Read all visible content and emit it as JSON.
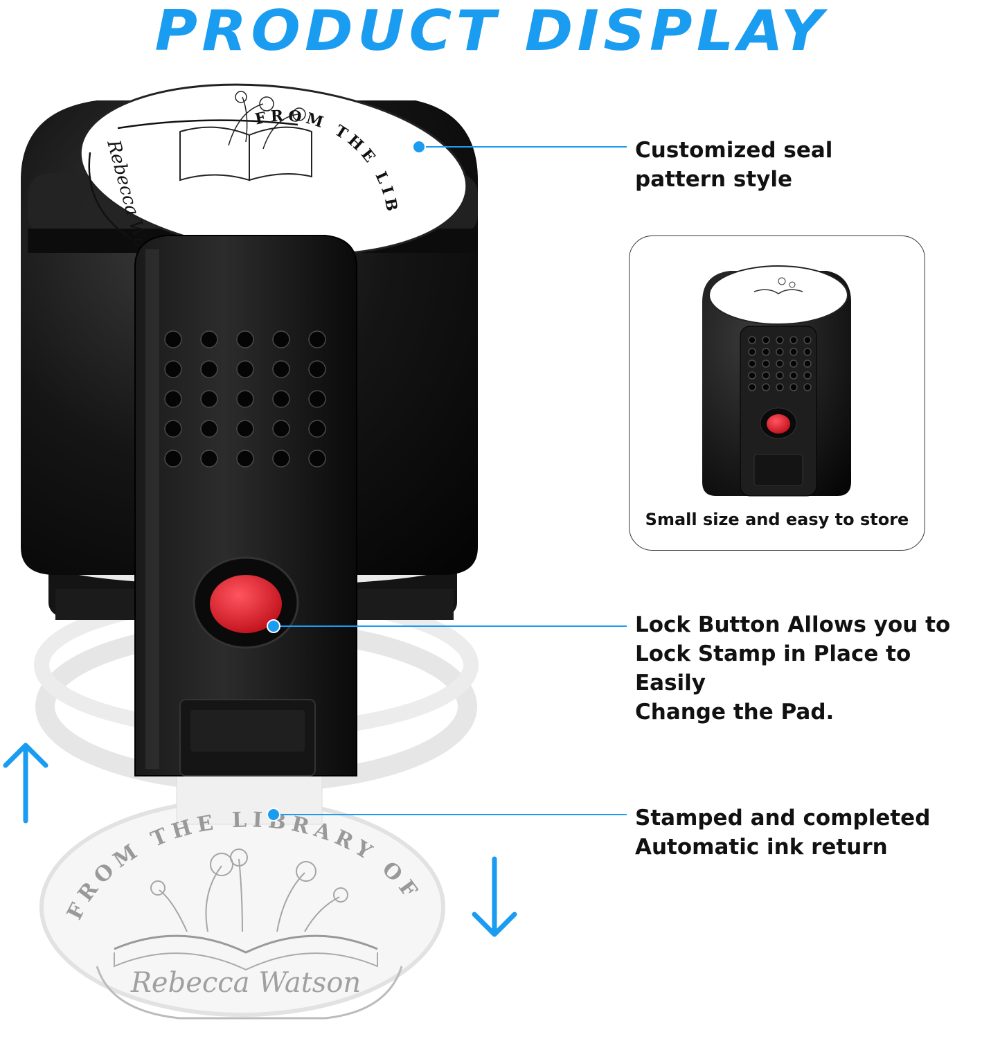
{
  "title": "PRODUCT DISPLAY",
  "callouts": {
    "seal": [
      "Customized seal",
      "pattern style"
    ],
    "lock": [
      "Lock Button Allows you to",
      "Lock Stamp in Place to Easily",
      "Change the Pad."
    ],
    "stamp": [
      "Stamped and completed",
      "Automatic ink return"
    ]
  },
  "inset": {
    "caption": "Small size and easy to store"
  },
  "stamp_imprint": {
    "arc_text": "FROM THE LIBRARY OF",
    "name": "Rebecca Watson"
  },
  "colors": {
    "accent": "#1a9cf0",
    "body": "#111111",
    "button": "#e0202a"
  }
}
